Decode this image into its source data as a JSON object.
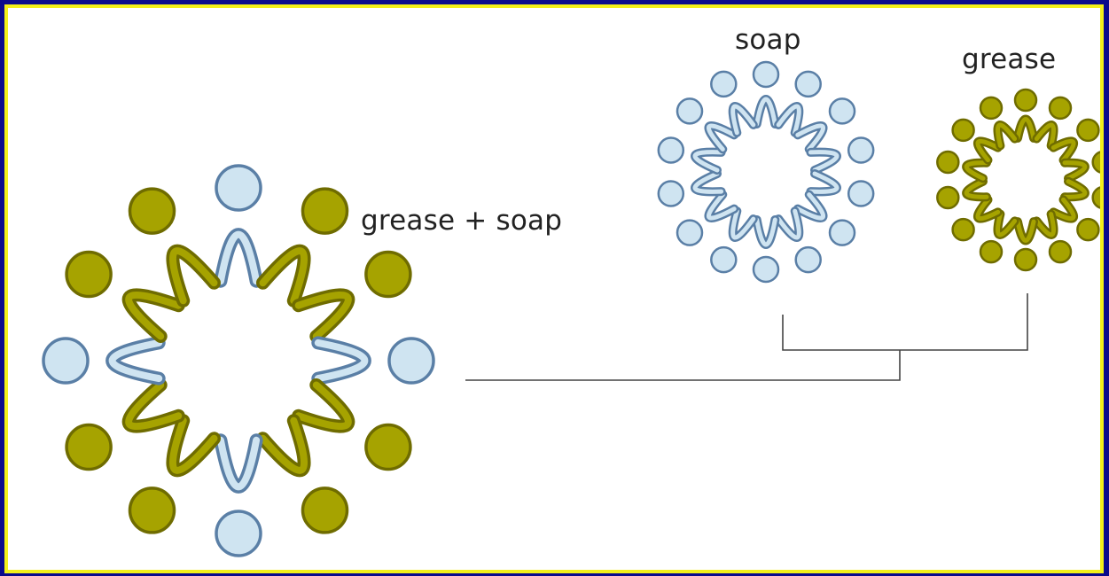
{
  "labels": {
    "combined": "grease + soap",
    "soap": "soap",
    "grease": "grease"
  },
  "colors": {
    "background": "#0a0a8c",
    "frame_border": "#f2ef1a",
    "panel": "#ffffff",
    "soap_fill": "#cfe4f1",
    "soap_stroke": "#5a7fa6",
    "grease_fill": "#a6a300",
    "grease_stroke": "#6f6c00",
    "connector": "#444444"
  },
  "structures": [
    {
      "name": "grease-soap-micelle",
      "head_count": 12,
      "soap_head_indices": [
        0,
        3,
        6,
        9
      ],
      "other_type": "grease"
    },
    {
      "name": "soap-micelle",
      "head_count": 14,
      "type": "soap"
    },
    {
      "name": "grease-micelle",
      "head_count": 14,
      "type": "grease"
    }
  ]
}
